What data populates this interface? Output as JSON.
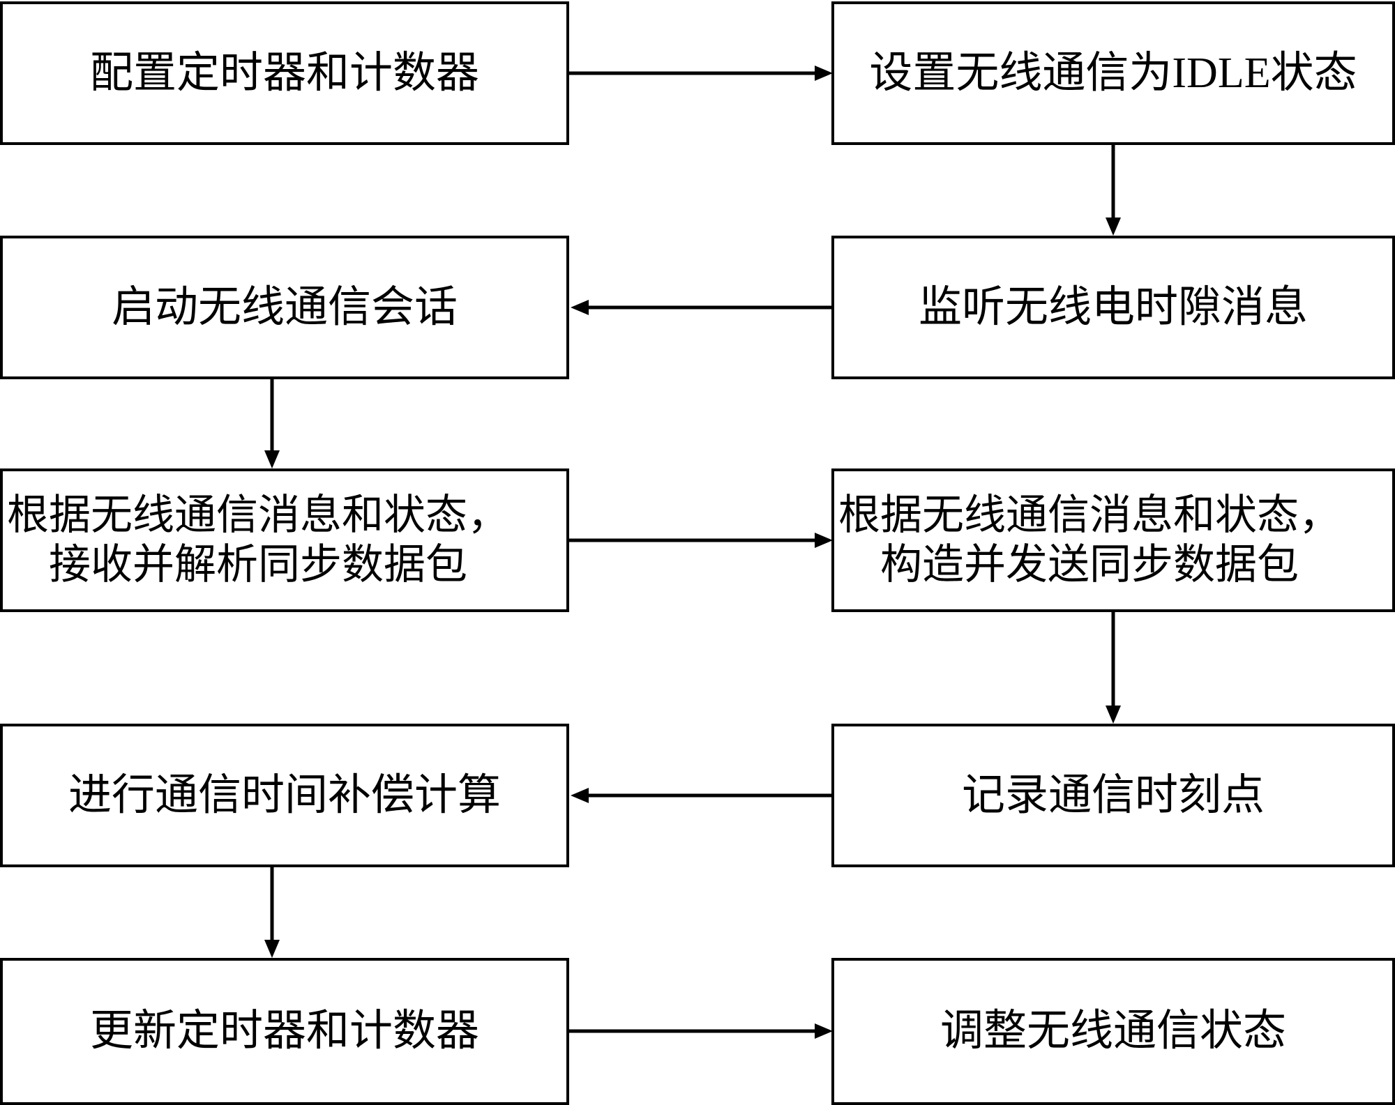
{
  "diagram": {
    "title_visible": false,
    "background_color": "#ffffff",
    "line_color": "#000000",
    "text_color": "#000000",
    "nodes": [
      {
        "id": "n1",
        "label": "配置定时器和计数器",
        "row": 1,
        "column": "left"
      },
      {
        "id": "n2",
        "label": "设置无线通信为IDLE状态",
        "row": 1,
        "column": "right"
      },
      {
        "id": "n3",
        "label": "启动无线通信会话",
        "row": 2,
        "column": "left"
      },
      {
        "id": "n4",
        "label": "监听无线电时隙消息",
        "row": 2,
        "column": "right"
      },
      {
        "id": "n5",
        "label": "根据无线通信消息和状态，\n接收并解析同步数据包",
        "row": 3,
        "column": "left"
      },
      {
        "id": "n6",
        "label": "根据无线通信消息和状态，\n构造并发送同步数据包",
        "row": 3,
        "column": "right"
      },
      {
        "id": "n7",
        "label": "进行通信时间补偿计算",
        "row": 4,
        "column": "left"
      },
      {
        "id": "n8",
        "label": "记录通信时刻点",
        "row": 4,
        "column": "right"
      },
      {
        "id": "n9",
        "label": "更新定时器和计数器",
        "row": 5,
        "column": "left"
      },
      {
        "id": "n10",
        "label": "调整无线通信状态",
        "row": 5,
        "column": "right"
      }
    ],
    "edges": [
      {
        "id": "e1",
        "from": "n1",
        "to": "n2",
        "direction": "right"
      },
      {
        "id": "e2",
        "from": "n2",
        "to": "n4",
        "direction": "down"
      },
      {
        "id": "e3",
        "from": "n4",
        "to": "n3",
        "direction": "left"
      },
      {
        "id": "e4",
        "from": "n3",
        "to": "n5",
        "direction": "down"
      },
      {
        "id": "e5",
        "from": "n5",
        "to": "n6",
        "direction": "right"
      },
      {
        "id": "e6",
        "from": "n6",
        "to": "n8",
        "direction": "down"
      },
      {
        "id": "e7",
        "from": "n8",
        "to": "n7",
        "direction": "left"
      },
      {
        "id": "e8",
        "from": "n7",
        "to": "n9",
        "direction": "down"
      },
      {
        "id": "e9",
        "from": "n9",
        "to": "n10",
        "direction": "right"
      }
    ]
  }
}
